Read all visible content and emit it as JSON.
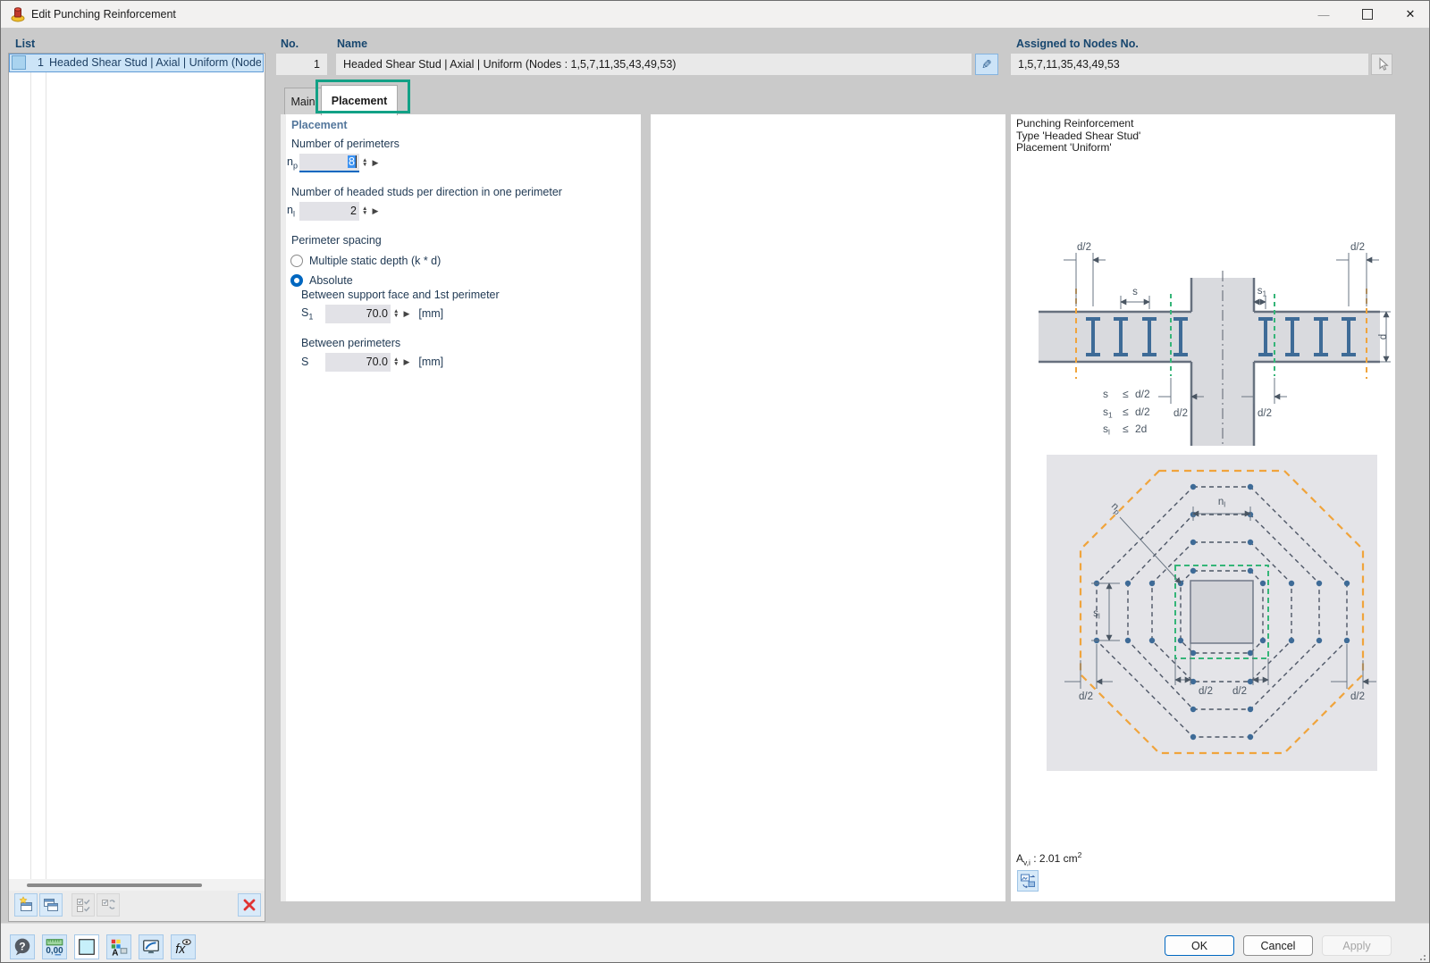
{
  "window": {
    "title": "Edit Punching Reinforcement"
  },
  "titlebar": {
    "minimize": "—",
    "close": "✕"
  },
  "list": {
    "label": "List",
    "rows": [
      {
        "no": "1",
        "name": "Headed Shear Stud | Axial | Uniform (Nodes : 1,5,7,11,35,43,49,53)"
      }
    ]
  },
  "fields": {
    "no_label": "No.",
    "no_value": "1",
    "name_label": "Name",
    "name_value": "Headed Shear Stud | Axial | Uniform (Nodes : 1,5,7,11,35,43,49,53)",
    "assigned_label": "Assigned to Nodes No.",
    "assigned_value": "1,5,7,11,35,43,49,53"
  },
  "tabs": {
    "main": "Main",
    "placement": "Placement"
  },
  "form": {
    "section": "Placement",
    "np_label": "Number of perimeters",
    "np_sym": "n",
    "np_sub": "p",
    "np_value": "8",
    "nl_label": "Number of headed studs per direction in one perimeter",
    "nl_sym": "n",
    "nl_sub": "l",
    "nl_value": "2",
    "spacing_label": "Perimeter spacing",
    "opt_multiple": "Multiple static depth (k * d)",
    "opt_absolute": "Absolute",
    "s1_label": "Between support face and 1st perimeter",
    "s1_sym": "S",
    "s1_sub": "1",
    "s1_value": "70.0",
    "s1_unit": "[mm]",
    "s_label": "Between perimeters",
    "s_sym": "S",
    "s_value": "70.0",
    "s_unit": "[mm]"
  },
  "preview": {
    "line1": "Punching Reinforcement",
    "line2": "Type 'Headed Shear Stud'",
    "line3": "Placement 'Uniform'",
    "labels": {
      "d2": "d/2",
      "s": "s",
      "d": "d",
      "n": "n",
      "sub1": "1",
      "subl": "l",
      "subp": "p",
      "le": "≤",
      "r1v": "d/2",
      "r2v": "d/2",
      "r3v": "2d"
    },
    "area": {
      "a": "A",
      "sub": "v,i",
      "mid": " : 2.01 cm",
      "sup": "2"
    }
  },
  "buttons": {
    "ok": "OK",
    "cancel": "Cancel",
    "apply": "Apply"
  },
  "colors": {
    "accent": "#0067c0",
    "annotation_green": "#12a186",
    "diagram_orange": "#f0a43c",
    "diagram_green": "#35b578",
    "stud_blue": "#3e6b97"
  }
}
